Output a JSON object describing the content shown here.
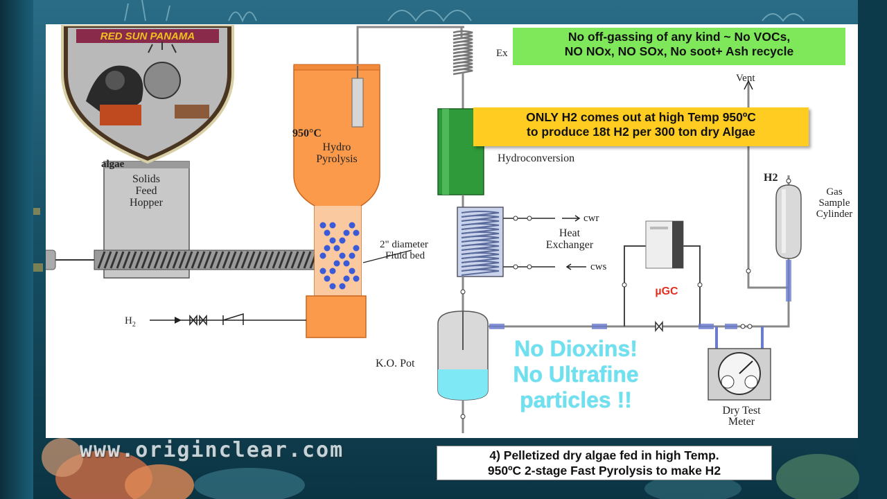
{
  "logo": {
    "text": "RED SUN PANAMA"
  },
  "callouts": {
    "emissions_line1": "No off-gassing of any kind ~ No VOCs,",
    "emissions_line2": "NO NOx, NO SOx, No soot+ Ash recycle",
    "h2_line1": "ONLY H2 comes out at high Temp 950ºC",
    "h2_line2": "to produce 18t H2 per 300 ton dry Algae",
    "dioxins_line1": "No Dioxins!",
    "dioxins_line2": "No Ultrafine",
    "dioxins_line3": "particles !!"
  },
  "labels": {
    "algae": "algae",
    "hopper_1": "Solids",
    "hopper_2": "Feed",
    "hopper_3": "Hopper",
    "temp": "950°C",
    "reactor_1": "Hydro",
    "reactor_2": "Pyrolysis",
    "fluid_bed_1": "2\" diameter",
    "fluid_bed_2": "Fluid bed",
    "h2_inlet": "H",
    "h2_inlet_sub": "2",
    "exchanger_top": "Ex",
    "hydroconversion": "Hydroconversion",
    "heat_exchanger_1": "Heat",
    "heat_exchanger_2": "Exchanger",
    "cwr": "cwr",
    "cws": "cws",
    "ko_pot": "K.O. Pot",
    "vent": "Vent",
    "h2_out": "H2",
    "gas_sample_1": "Gas",
    "gas_sample_2": "Sample",
    "gas_sample_3": "Cylinder",
    "ugc": "µGC",
    "dry_test_1": "Dry Test",
    "dry_test_2": "Meter"
  },
  "footer": {
    "website": "www.originclear.com",
    "caption_line1": "4) Pelletized dry algae fed in high Temp.",
    "caption_line2": "950ºC 2-stage Fast Pyrolysis to make H2"
  },
  "colors": {
    "reactor": "#fb9a4a",
    "hydroconversion": "#2e9a3a",
    "emissions_box": "#7ee85a",
    "h2_box": "#ffcc22",
    "dioxins_text": "#6fe0ef",
    "ugc_text": "#e03020",
    "ko_liquid": "#7fe8f5",
    "bubbles": "#3a5ad8"
  }
}
